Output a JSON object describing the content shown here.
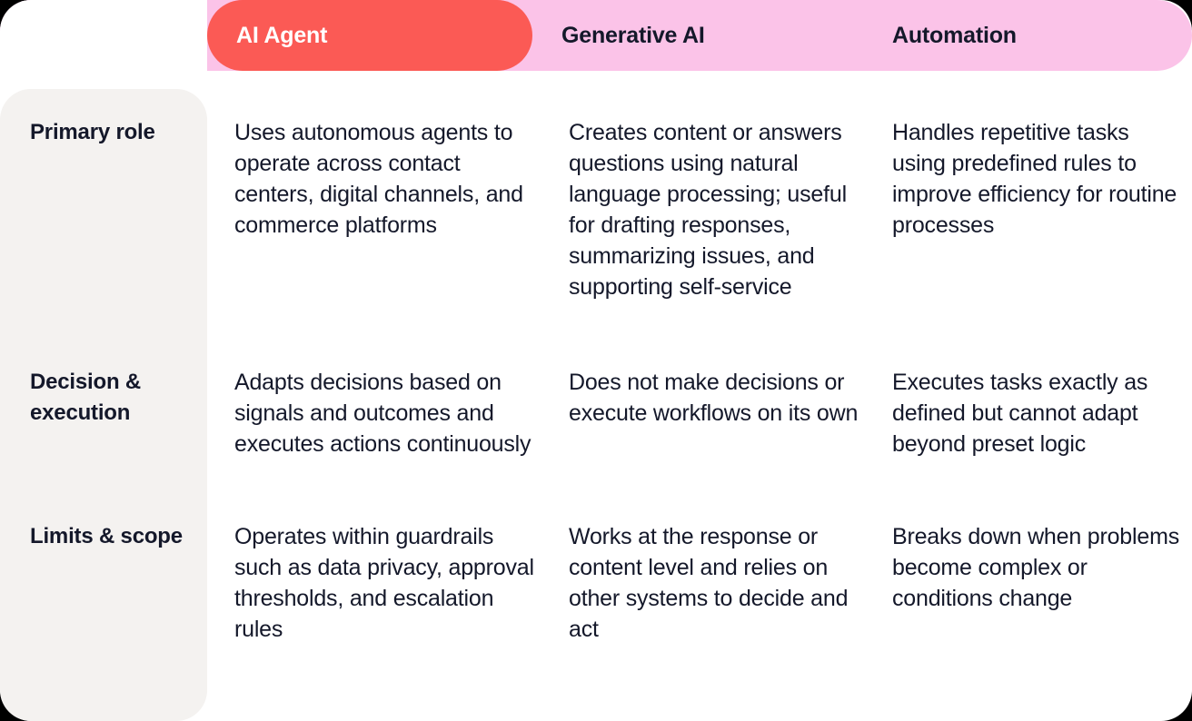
{
  "card": {
    "background": "#ffffff",
    "page_background": "#000000"
  },
  "colors": {
    "active_column": "#FB5A55",
    "header_band": "#FBC3E8",
    "label_column": "#F4F2F0",
    "text": "#14182A",
    "active_text": "#FFFFFF"
  },
  "header": {
    "label_column": "",
    "columns": [
      {
        "label": "AI Agent",
        "active": true
      },
      {
        "label": "Generative AI",
        "active": false
      },
      {
        "label": "Automation",
        "active": false
      }
    ]
  },
  "rows": [
    {
      "label": "Primary role",
      "cells": [
        "Uses autonomous agents to operate across contact centers, digital channels, and commerce platforms",
        "Creates content or answers questions using natural language processing; useful for drafting responses, summarizing issues, and supporting self-service",
        "Handles repetitive tasks using predefined rules to improve efficiency for routine processes"
      ]
    },
    {
      "label": "Decision & execution",
      "cells": [
        "Adapts decisions based on signals and outcomes and executes actions continuously",
        "Does not make decisions or execute workflows on its own",
        "Executes tasks exactly as defined but cannot adapt beyond preset logic"
      ]
    },
    {
      "label": "Limits & scope",
      "cells": [
        "Operates within guardrails such as data privacy, approval thresholds, and escalation rules",
        "Works at the response or content level and relies on other systems to decide and act",
        "Breaks down when problems become complex or conditions change"
      ]
    }
  ]
}
